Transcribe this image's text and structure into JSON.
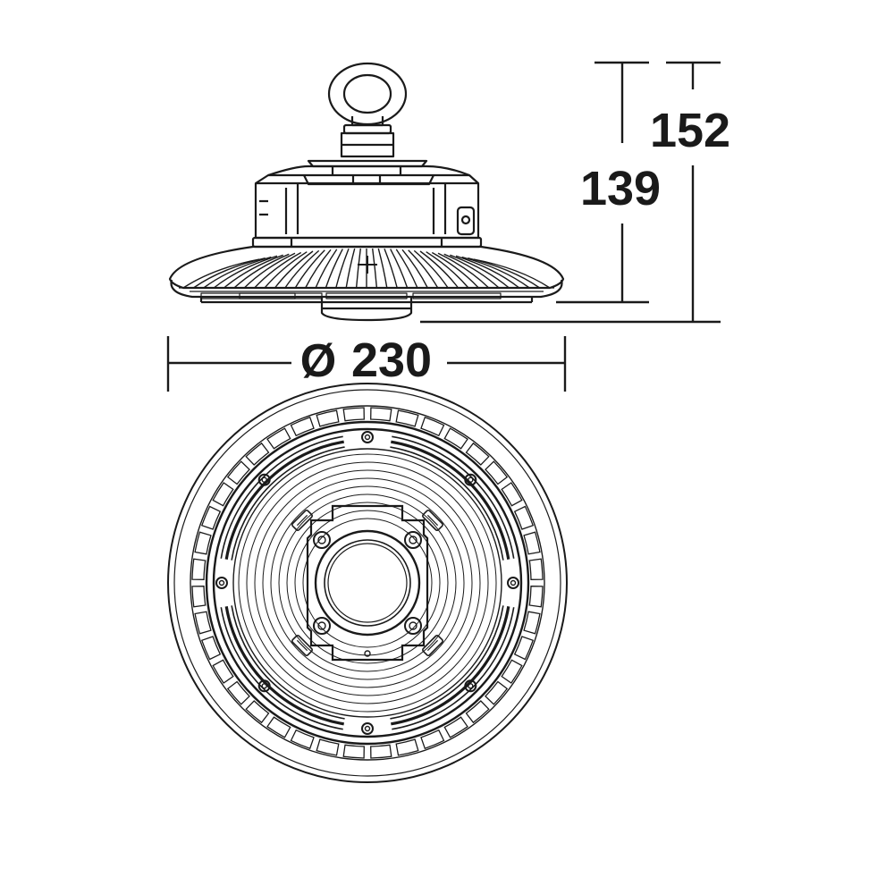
{
  "dimensions": {
    "overall_height": "152",
    "body_height": "139",
    "diameter_symbol": "Ø",
    "diameter_value": "230"
  },
  "colors": {
    "line": "#1a1a1a",
    "background": "#ffffff"
  }
}
